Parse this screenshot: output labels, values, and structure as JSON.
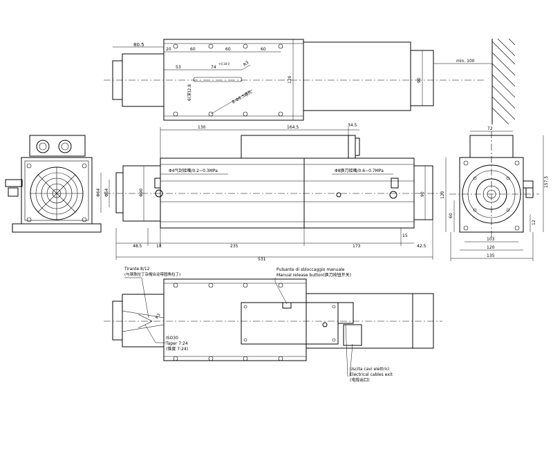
{
  "top_view": {
    "dim_80_5": "80.5",
    "dim_20": "20",
    "dim_60a": "60",
    "dim_60b": "60",
    "dim_60c": "60",
    "dim_53": "53",
    "dim_74": "74",
    "dim_74_tol": "+0.18\n0",
    "dim_r3": "R3",
    "dim_6slot": "6(深)2.8",
    "dim_holes": "8-Φ6.5通孔",
    "dim_120": "120",
    "dim_90": "90",
    "dim_min100": "min. 100"
  },
  "front_view": {
    "dim_130": "130",
    "dim_164_5": "164.5",
    "dim_34_5": "34.5",
    "air_left": "Φ4气封接嘴/0.2~0.3MPa",
    "air_right": "Φ8换刀接嘴/0.6~0.7MPa",
    "dim_phi64": "Φ64",
    "dim_phi54": "Φ54",
    "dim_phi90": "Φ90",
    "dim_90": "90",
    "dim_48_5": "48.5",
    "dim_18": "18",
    "dim_235": "235",
    "dim_173": "173",
    "dim_15": "15",
    "dim_42_5": "42.5",
    "dim_531": "531"
  },
  "side_view": {
    "dim_72": "72",
    "dim_157_5": "157.5",
    "dim_120": "120",
    "dim_60": "60",
    "dim_12": "12",
    "dim_103": "103",
    "dim_120b": "120",
    "dim_135": "135"
  },
  "bottom_view": {
    "tirante_1": "Tirante 8/12",
    "tirante_2": "(与钢珠拉丁杂帽合动带圆角拉丁)",
    "iso_1": "ISO30",
    "iso_2": "Taper 7:24",
    "iso_3": "(锥度  7:24)",
    "dim_r3": "R3",
    "release_1": "Pulsante di sbloccaggio manuale",
    "release_2": "Manual release button(换刀按钮开关)",
    "cable_1": "Uscita cavi elettrici",
    "cable_2": "Electrical cables exit",
    "cable_3": "(电缆出口)"
  }
}
